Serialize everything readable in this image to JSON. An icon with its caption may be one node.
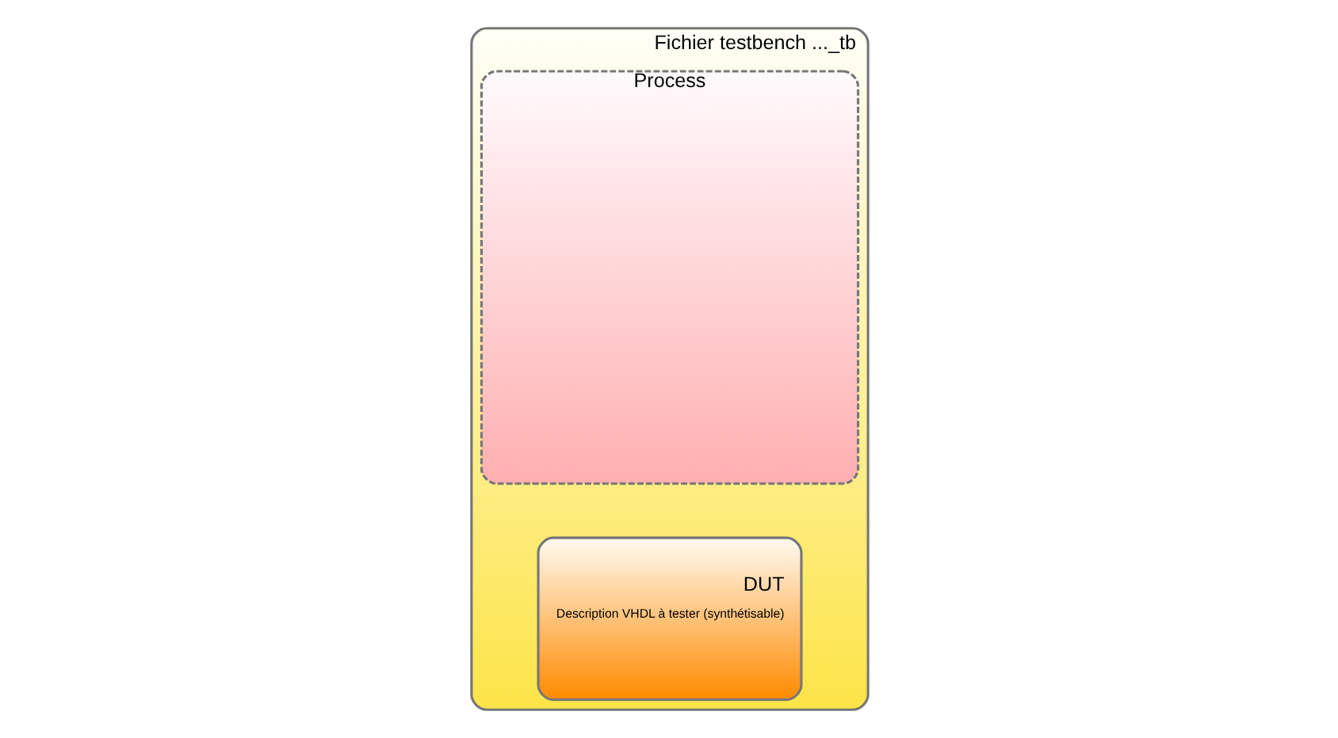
{
  "diagram": {
    "nodes": [
      {
        "text": [
          "Fichier testbench ..._tb"
        ]
      },
      {
        "text": [
          "Process"
        ],
        "in": 0
      },
      {
        "text": [
          "DUT",
          "Description VHDL à tester (synthétisable)"
        ],
        "in": 0
      }
    ]
  }
}
